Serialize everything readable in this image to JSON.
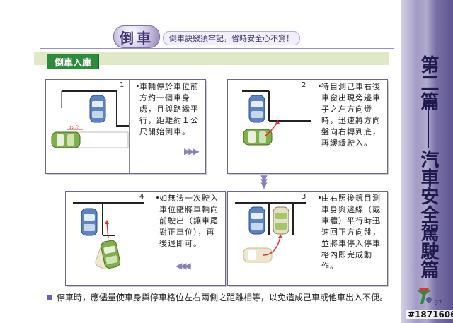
{
  "header": {
    "title": "倒車",
    "subtitle": "倒車訣竅須牢記，省時安全心不驚！"
  },
  "section": {
    "tag": "倒車入庫"
  },
  "side": {
    "chapter": "第二篇",
    "topic": "汽車安全駕駛篇",
    "page_number": "37"
  },
  "panels": [
    {
      "number": "1",
      "text": "車輛停於車位前方約一個車身處，且與路緣平行，距離約１公尺開始倒車。",
      "distance_label": "1公尺"
    },
    {
      "number": "2",
      "text": "待目測己車右後車窗出現旁邊車子之左方向燈時，迅速將方向盤向右轉到底，再緩緩駛入。"
    },
    {
      "number": "3",
      "text": "由右照後鏡目測車身與邊線（或車體）平行時迅速回正方向盤，並將車停入停車格內即完成動作。"
    },
    {
      "number": "4",
      "text": "如無法一次駛入車位隨將車輛向前駛出（讓車尾對正車位），再後退即可。"
    }
  ],
  "footer": {
    "note": "停車時，應儘量使車身與停車格位左右兩側之距離相等，以免造成己車或他車出入不便。"
  },
  "watermark": "#1871606",
  "colors": {
    "accent_purple": "#5f5692",
    "section_green": "#2e8b3c",
    "car_blue": "#5b84c4",
    "car_green": "#7fb04a",
    "car_beige": "#d9cba8"
  },
  "icons": [
    "arrow-right-icon",
    "arrow-down-icon",
    "arrow-left-icon",
    "bullet-icon",
    "logo-icon"
  ]
}
